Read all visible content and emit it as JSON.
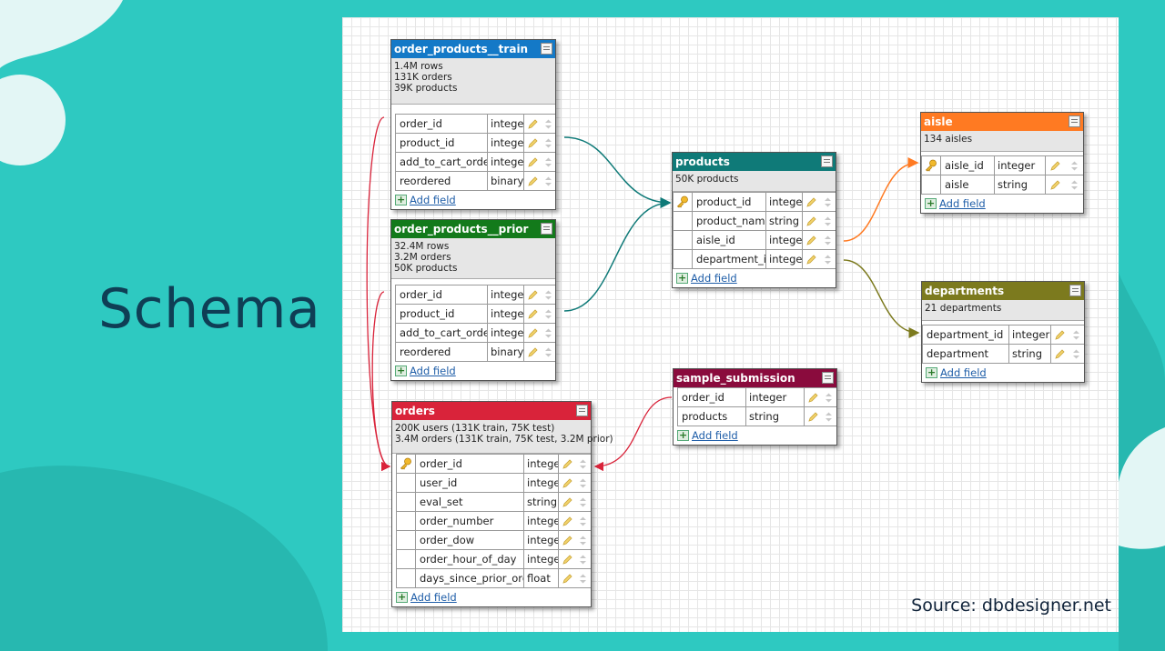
{
  "slide": {
    "title": "Schema",
    "source": "Source: dbdesigner.net"
  },
  "add_field_label": "Add field",
  "tables": {
    "opt": {
      "name": "order_products__train",
      "color": "#1479c7",
      "desc": [
        "1.4M rows",
        "131K orders",
        "39K products"
      ],
      "fields": [
        {
          "name": "order_id",
          "type": "integer",
          "key": false
        },
        {
          "name": "product_id",
          "type": "integer",
          "key": false
        },
        {
          "name": "add_to_cart_order",
          "type": "integer",
          "key": false
        },
        {
          "name": "reordered",
          "type": "binary",
          "key": false
        }
      ]
    },
    "opp": {
      "name": "order_products__prior",
      "color": "#137a1b",
      "desc": [
        "32.4M rows",
        "3.2M orders",
        "50K products"
      ],
      "fields": [
        {
          "name": "order_id",
          "type": "integer",
          "key": false
        },
        {
          "name": "product_id",
          "type": "integer",
          "key": false
        },
        {
          "name": "add_to_cart_order",
          "type": "integer",
          "key": false
        },
        {
          "name": "reordered",
          "type": "binary",
          "key": false
        }
      ]
    },
    "orders": {
      "name": "orders",
      "color": "#d9233a",
      "desc": [
        "200K users (131K train, 75K test)",
        "3.4M orders (131K train, 75K test, 3.2M prior)"
      ],
      "fields": [
        {
          "name": "order_id",
          "type": "integer",
          "key": true
        },
        {
          "name": "user_id",
          "type": "integer",
          "key": false
        },
        {
          "name": "eval_set",
          "type": "string",
          "key": false
        },
        {
          "name": "order_number",
          "type": "integer",
          "key": false
        },
        {
          "name": "order_dow",
          "type": "integer",
          "key": false
        },
        {
          "name": "order_hour_of_day",
          "type": "integer",
          "key": false
        },
        {
          "name": "days_since_prior_order",
          "type": "float",
          "key": false
        }
      ]
    },
    "products": {
      "name": "products",
      "color": "#0f7a78",
      "desc": [
        "50K products"
      ],
      "fields": [
        {
          "name": "product_id",
          "type": "integer",
          "key": true
        },
        {
          "name": "product_name",
          "type": "string",
          "key": false
        },
        {
          "name": "aisle_id",
          "type": "integer",
          "key": false
        },
        {
          "name": "department_id",
          "type": "integer",
          "key": false
        }
      ]
    },
    "sample": {
      "name": "sample_submission",
      "color": "#8a0b3d",
      "desc": [],
      "fields": [
        {
          "name": "order_id",
          "type": "integer",
          "key": false
        },
        {
          "name": "products",
          "type": "string",
          "key": false
        }
      ]
    },
    "aisle": {
      "name": "aisle",
      "color": "#ff7a22",
      "desc": [
        "134 aisles"
      ],
      "fields": [
        {
          "name": "aisle_id",
          "type": "integer",
          "key": true
        },
        {
          "name": "aisle",
          "type": "string",
          "key": false
        }
      ]
    },
    "departments": {
      "name": "departments",
      "color": "#7c7a1e",
      "desc": [
        "21 departments"
      ],
      "fields": [
        {
          "name": "department_id",
          "type": "integer",
          "key": false
        },
        {
          "name": "department",
          "type": "string",
          "key": false
        }
      ]
    }
  }
}
